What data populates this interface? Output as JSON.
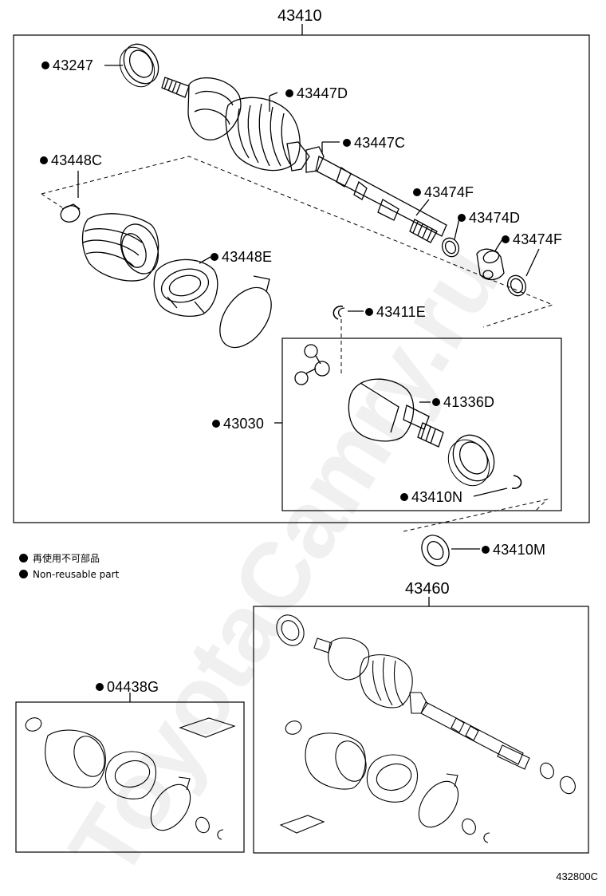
{
  "assemblies": {
    "main": "43410",
    "bottom": "43460"
  },
  "parts": {
    "p43247": "43247",
    "p43447D": "43447D",
    "p43447C": "43447C",
    "p43448C": "43448C",
    "p43474F_a": "43474F",
    "p43474D": "43474D",
    "p43474F_b": "43474F",
    "p43448E": "43448E",
    "p43411E": "43411E",
    "p41336D": "41336D",
    "p43030": "43030",
    "p43410N": "43410N",
    "p43410M": "43410M",
    "p04438G": "04438G"
  },
  "legend": {
    "jp": "再使用不可部品",
    "en": "Non-reusable part"
  },
  "diagram_code": "432800C",
  "watermark": "ToyotaCamry.ru",
  "colors": {
    "line": "#000000",
    "background": "#ffffff"
  }
}
